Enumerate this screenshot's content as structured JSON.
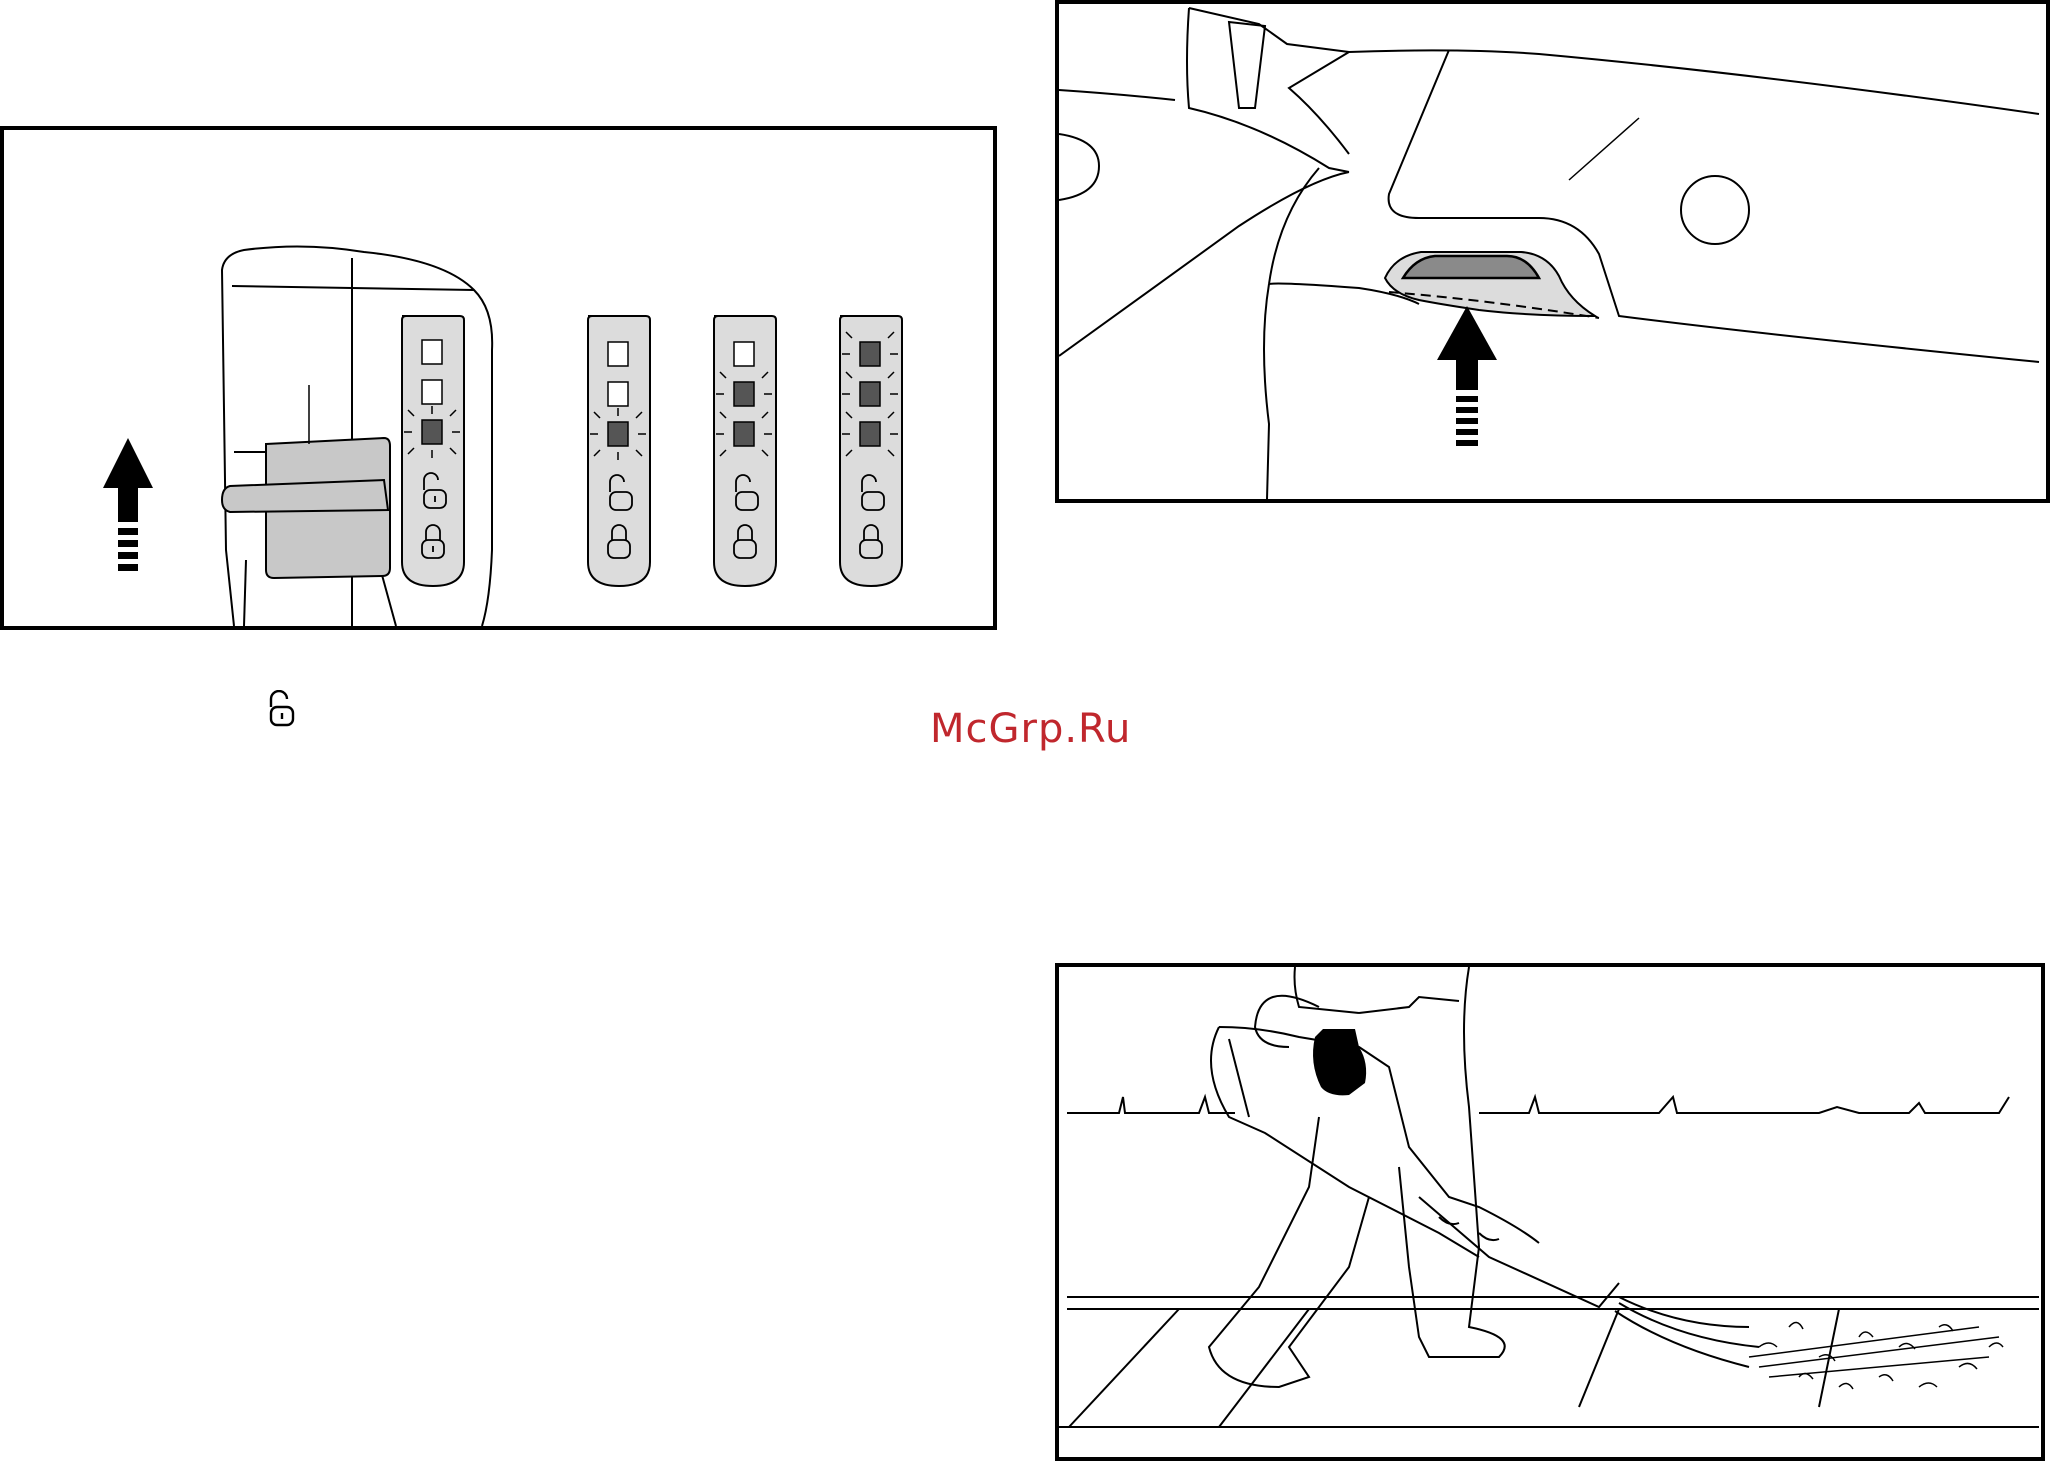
{
  "watermark": "McGrp.Ru",
  "icons": {
    "unlock": "padlock-open-icon",
    "lock": "padlock-closed-icon",
    "arrow": "arrow-up-icon"
  },
  "figures": {
    "speed_selector": {
      "indicator_panels": [
        {
          "lit_levels": 1
        },
        {
          "lit_levels": 1
        },
        {
          "lit_levels": 2
        },
        {
          "lit_levels": 3
        }
      ]
    }
  },
  "colors": {
    "switch_fill": "#c8c8c8",
    "panel_fill": "#dcdcdc",
    "led_on": "#555555",
    "battery_latch": "#8a8a8a",
    "watermark": "#c0272d"
  }
}
